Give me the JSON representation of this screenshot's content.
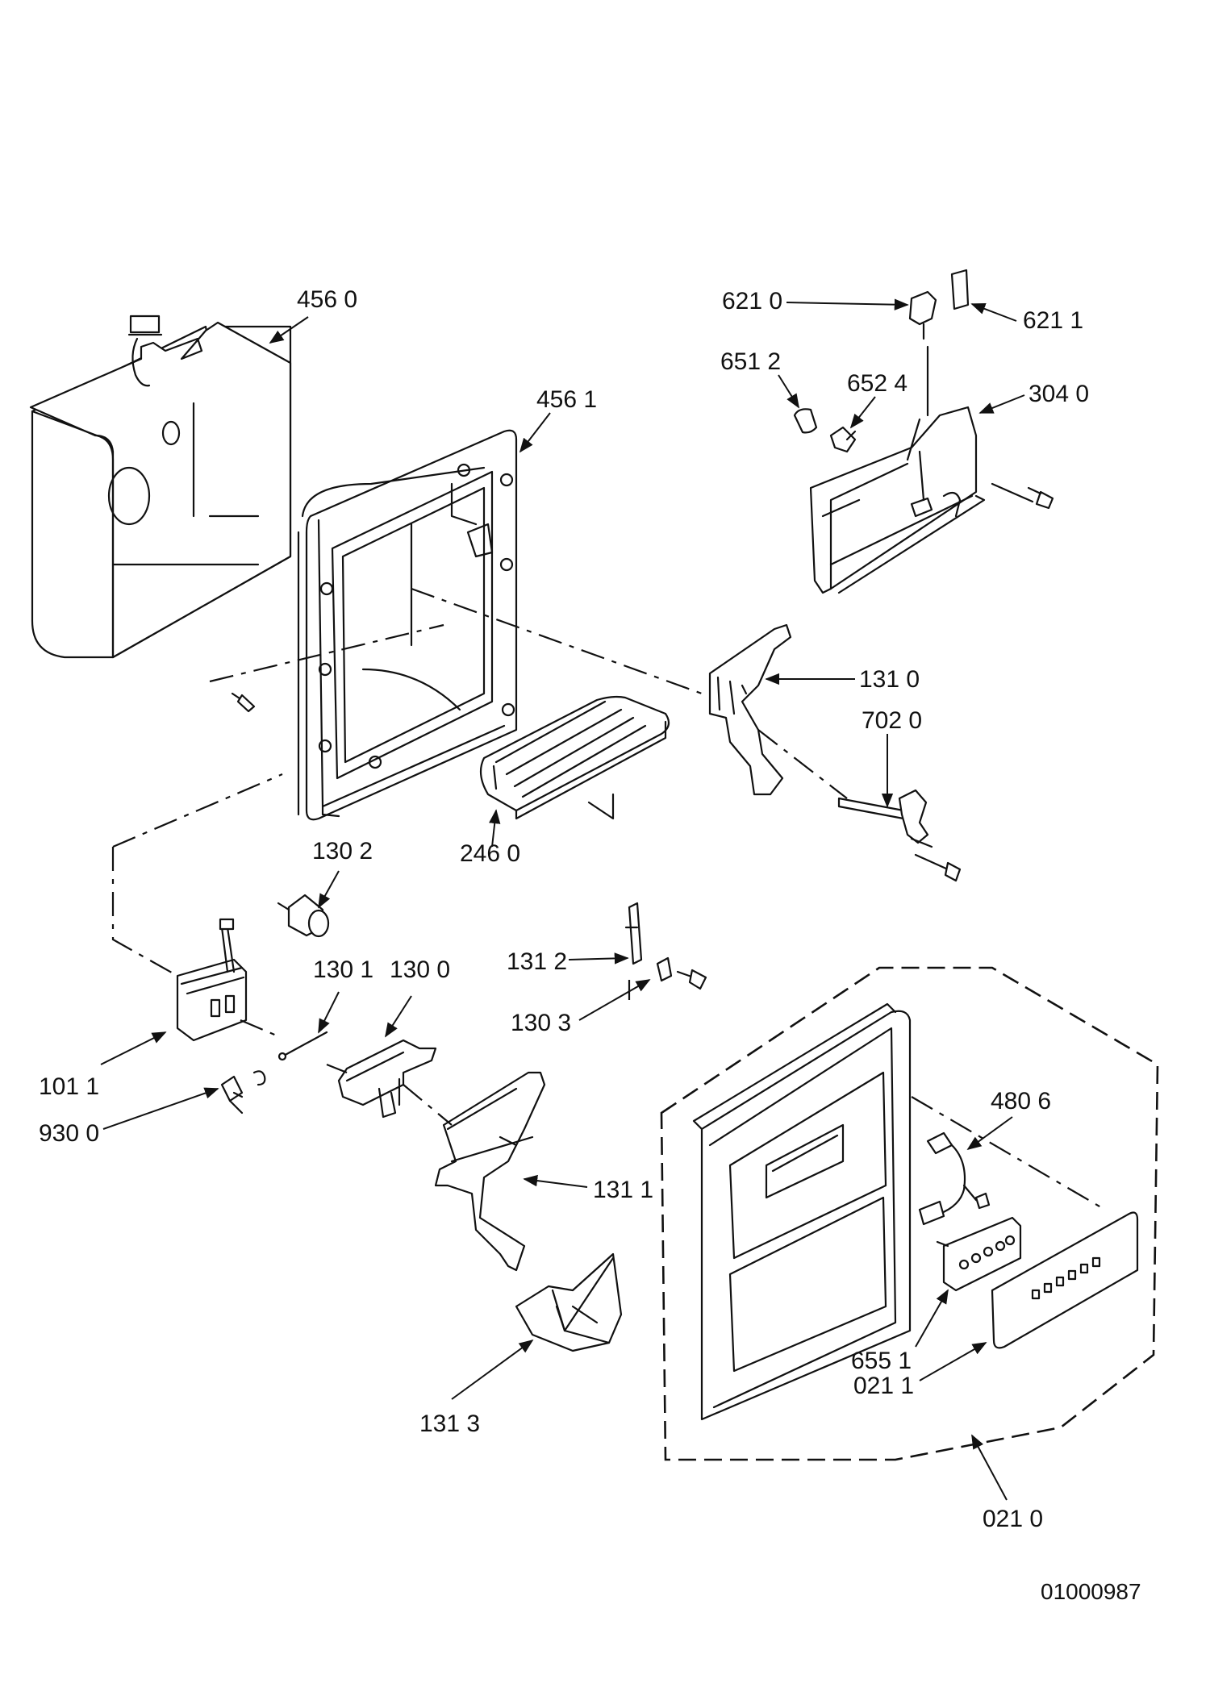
{
  "diagram": {
    "document_number": "01000987",
    "callouts": {
      "c4560": "456 0",
      "c4561": "456 1",
      "c6210": "621 0",
      "c6211": "621 1",
      "c6512": "651 2",
      "c6524": "652 4",
      "c3040": "304 0",
      "c1310": "131 0",
      "c7020": "702 0",
      "c1302": "130 2",
      "c2460": "246 0",
      "c1312": "131 2",
      "c1303": "130 3",
      "c1301": "130 1",
      "c1300": "130 0",
      "c1011": "101 1",
      "c9300": "930 0",
      "c1311": "131 1",
      "c4806": "480 6",
      "c1313": "131 3",
      "c6551": "655 1",
      "c0211": "021 1",
      "c0210": "021 0"
    }
  }
}
